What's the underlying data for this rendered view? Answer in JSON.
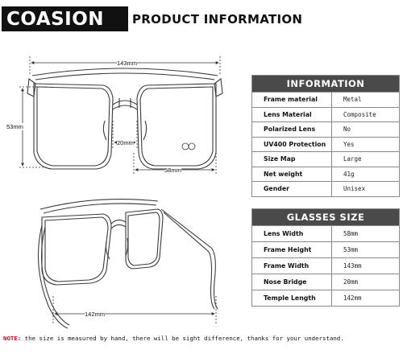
{
  "header": {
    "brand": "COASION",
    "title": "PRODUCT INFORMATION"
  },
  "drawing": {
    "dimensions": {
      "width_label": "143mm",
      "height_label": "53mm",
      "bridge_label": "20mm",
      "lens_width_label": "58mm",
      "temple_label": "142mm"
    },
    "colors": {
      "line": "#3a3a3a",
      "dim_line": "#333333",
      "dashed": "#555555"
    }
  },
  "information_table": {
    "title": "INFORMATION",
    "rows": [
      {
        "label": "Frame material",
        "value": "Metal"
      },
      {
        "label": "Lens Material",
        "value": "Composite"
      },
      {
        "label": "Polarized Lens",
        "value": "No"
      },
      {
        "label": "UV400 Protection",
        "value": "Yes"
      },
      {
        "label": "Size Map",
        "value": "Large"
      },
      {
        "label": "Net weight",
        "value": "41g"
      },
      {
        "label": "Gender",
        "value": "Unisex"
      }
    ]
  },
  "glasses_size_table": {
    "title": "GLASSES SIZE",
    "rows": [
      {
        "label": "Lens Width",
        "value": "58mm"
      },
      {
        "label": "Frame Height",
        "value": "53mm"
      },
      {
        "label": "Frame Width",
        "value": "143mm"
      },
      {
        "label": "Nose Bridge",
        "value": "20mm"
      },
      {
        "label": "Temple Length",
        "value": "142mm"
      }
    ]
  },
  "note": {
    "label": "NOTE:",
    "text": " the size is measured by hand, there will be sight difference, thanks for your understand."
  },
  "colors": {
    "table_header_bg": "#4a4a4a",
    "note_label": "#e0001b",
    "brand_bg": "#111111"
  }
}
